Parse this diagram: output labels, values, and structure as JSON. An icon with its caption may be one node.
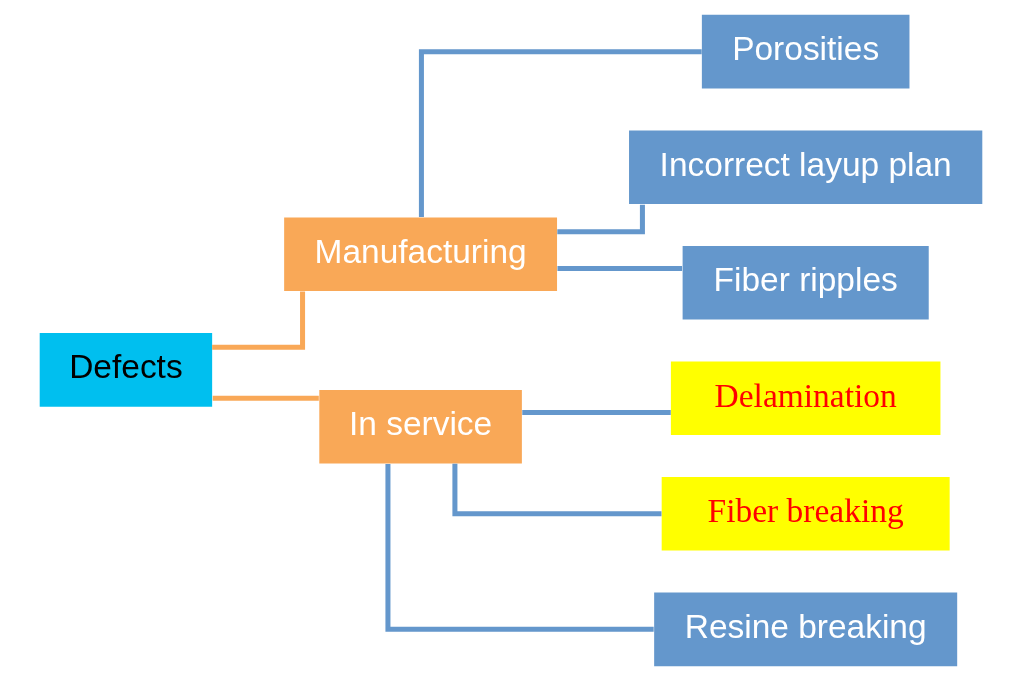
{
  "diagram": {
    "nodes": [
      {
        "text": [
          "Defects"
        ]
      },
      {
        "text": [
          "Manufacturing"
        ]
      },
      {
        "text": [
          "In service"
        ]
      },
      {
        "text": [
          "Porosities"
        ]
      },
      {
        "text": [
          "Incorrect layup plan"
        ]
      },
      {
        "text": [
          "Fiber ripples"
        ]
      },
      {
        "text": [
          "Delamination"
        ]
      },
      {
        "text": [
          "Fiber breaking"
        ]
      },
      {
        "text": [
          "Resine breaking"
        ]
      }
    ],
    "edges": [
      {
        "from": 0,
        "to": 1,
        "arrow": "none",
        "color": "#f9a857"
      },
      {
        "from": 0,
        "to": 2,
        "arrow": "none",
        "color": "#f9a857"
      },
      {
        "from": 1,
        "to": 3,
        "arrow": "none"
      },
      {
        "from": 1,
        "to": 4,
        "arrow": "none"
      },
      {
        "from": 1,
        "to": 5,
        "arrow": "none"
      },
      {
        "from": 2,
        "to": 6,
        "arrow": "none"
      },
      {
        "from": 2,
        "to": 7,
        "arrow": "none"
      },
      {
        "from": 2,
        "to": 8,
        "arrow": "none"
      }
    ]
  }
}
